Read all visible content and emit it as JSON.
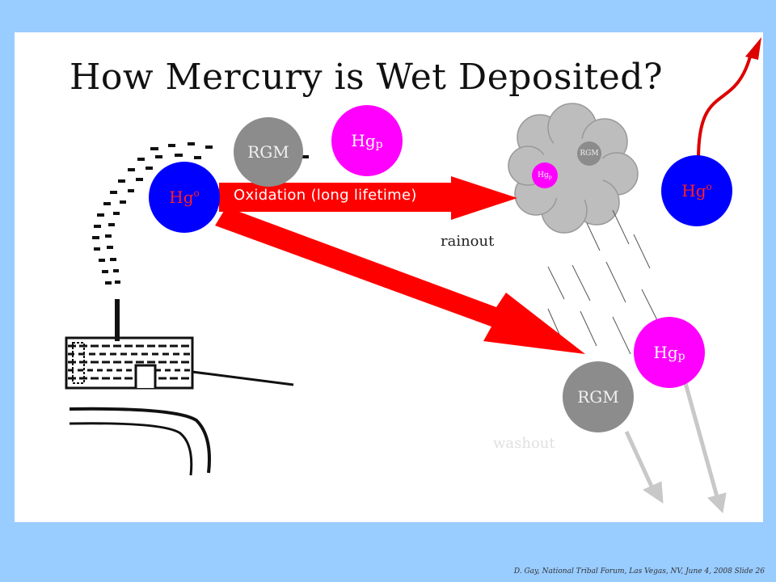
{
  "title": "How Mercury is Wet Deposited?",
  "labels": {
    "oxidation": "Oxidation (long lifetime)",
    "rainout": "rainout",
    "washout": "washout",
    "rgm": "RGM",
    "hg_base": "Hg",
    "hg_p_sub": "p",
    "hg_0_sup": "o"
  },
  "footer": "D. Gay, National Tribal Forum, Las Vegas, NV, June 4, 2008 Slide 26",
  "colors": {
    "background": "#99ccff",
    "arrow": "#ff0000",
    "rgm": "#8c8c8c",
    "hg_p": "#ff00ff",
    "hg_0": "#0000ff",
    "cloud": "#bdbdbd"
  }
}
